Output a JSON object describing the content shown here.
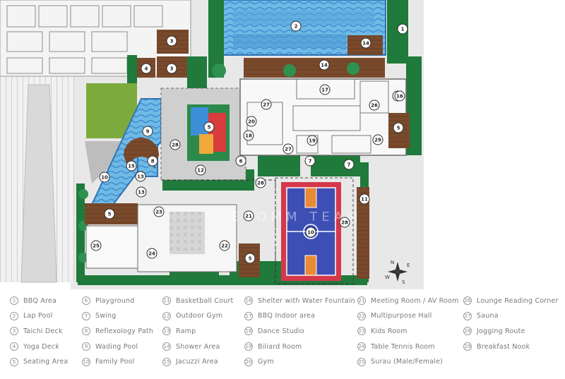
{
  "watermark": "ECOMM TEAM",
  "legend": [
    {
      "num": "1",
      "label": "BBQ Area"
    },
    {
      "num": "2",
      "label": "Lap Pool"
    },
    {
      "num": "3",
      "label": "Taichi Deck"
    },
    {
      "num": "4",
      "label": "Yoga Deck"
    },
    {
      "num": "5",
      "label": "Seating Area"
    },
    {
      "num": "6",
      "label": "Playground"
    },
    {
      "num": "7",
      "label": "Swing"
    },
    {
      "num": "8",
      "label": "Reflexology Path"
    },
    {
      "num": "9",
      "label": "Wading Pool"
    },
    {
      "num": "10",
      "label": "Family Pool"
    },
    {
      "num": "11",
      "label": "Basketball Court"
    },
    {
      "num": "12",
      "label": "Outdoor Gym"
    },
    {
      "num": "13",
      "label": "Ramp"
    },
    {
      "num": "14",
      "label": "Shower Area"
    },
    {
      "num": "15",
      "label": "Jacuzzi Area"
    },
    {
      "num": "16",
      "label": "Shelter with Water Fountain"
    },
    {
      "num": "17",
      "label": "BBQ Indoor area"
    },
    {
      "num": "18",
      "label": "Dance Studio"
    },
    {
      "num": "19",
      "label": "Biliard Room"
    },
    {
      "num": "20",
      "label": "Gym"
    },
    {
      "num": "21",
      "label": "Meeting Room / AV Room"
    },
    {
      "num": "22",
      "label": "Multipurpose Hall"
    },
    {
      "num": "23",
      "label": "Kids Room"
    },
    {
      "num": "24",
      "label": "Table Tennis Room"
    },
    {
      "num": "25",
      "label": "Surau (Male/Female)"
    },
    {
      "num": "26",
      "label": "Lounge Reading Corner"
    },
    {
      "num": "27",
      "label": "Sauna"
    },
    {
      "num": "28",
      "label": "Jogging Route"
    },
    {
      "num": "29",
      "label": "Breakfast Nook"
    }
  ],
  "markers": [
    "1",
    "2",
    "3",
    "3",
    "4",
    "5",
    "5",
    "5",
    "5",
    "5",
    "6",
    "7",
    "7",
    "8",
    "9",
    "10",
    "10",
    "11",
    "12",
    "13",
    "13",
    "14",
    "14",
    "15",
    "16",
    "17",
    "18",
    "19",
    "20",
    "21",
    "22",
    "23",
    "24",
    "25",
    "26",
    "27",
    "27",
    "28",
    "28",
    "28",
    "29"
  ],
  "compass": {
    "n": "N",
    "s": "S",
    "e": "E",
    "w": "W"
  }
}
